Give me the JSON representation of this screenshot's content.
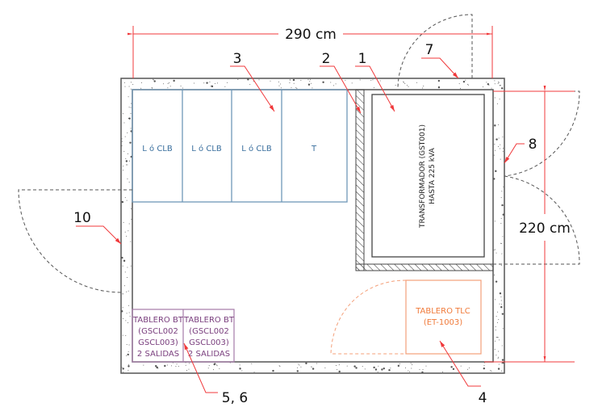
{
  "dimensions": {
    "width_label": "290 cm",
    "height_label": "220 cm"
  },
  "callouts": {
    "c1": "1",
    "c2": "2",
    "c3": "3",
    "c4": "4",
    "c56": "5, 6",
    "c7": "7",
    "c8": "8",
    "c10": "10"
  },
  "cells": [
    {
      "label": "L ó CLB"
    },
    {
      "label": "L ó CLB"
    },
    {
      "label": "L ó CLB"
    },
    {
      "label": "T"
    }
  ],
  "transformer": {
    "line1": "TRANSFORMADOR (GST001)",
    "line2": "HASTA 225 kVA"
  },
  "tlc": {
    "line1": "TABLERO TLC",
    "line2": "(ET-1003)"
  },
  "tablero_bt": [
    {
      "l1": "TABLERO BT",
      "l2": "(GSCL002",
      "l3": "GSCL003)",
      "l4": "2 SALIDAS"
    },
    {
      "l1": "TABLERO BT",
      "l2": "(GSCL002",
      "l3": "GSCL003)",
      "l4": "2 SALIDAS"
    }
  ],
  "colors": {
    "cells": "#6f97b8",
    "tlc": "#f4a07a",
    "bt": "#a57aa8",
    "leader": "#f0393b"
  }
}
